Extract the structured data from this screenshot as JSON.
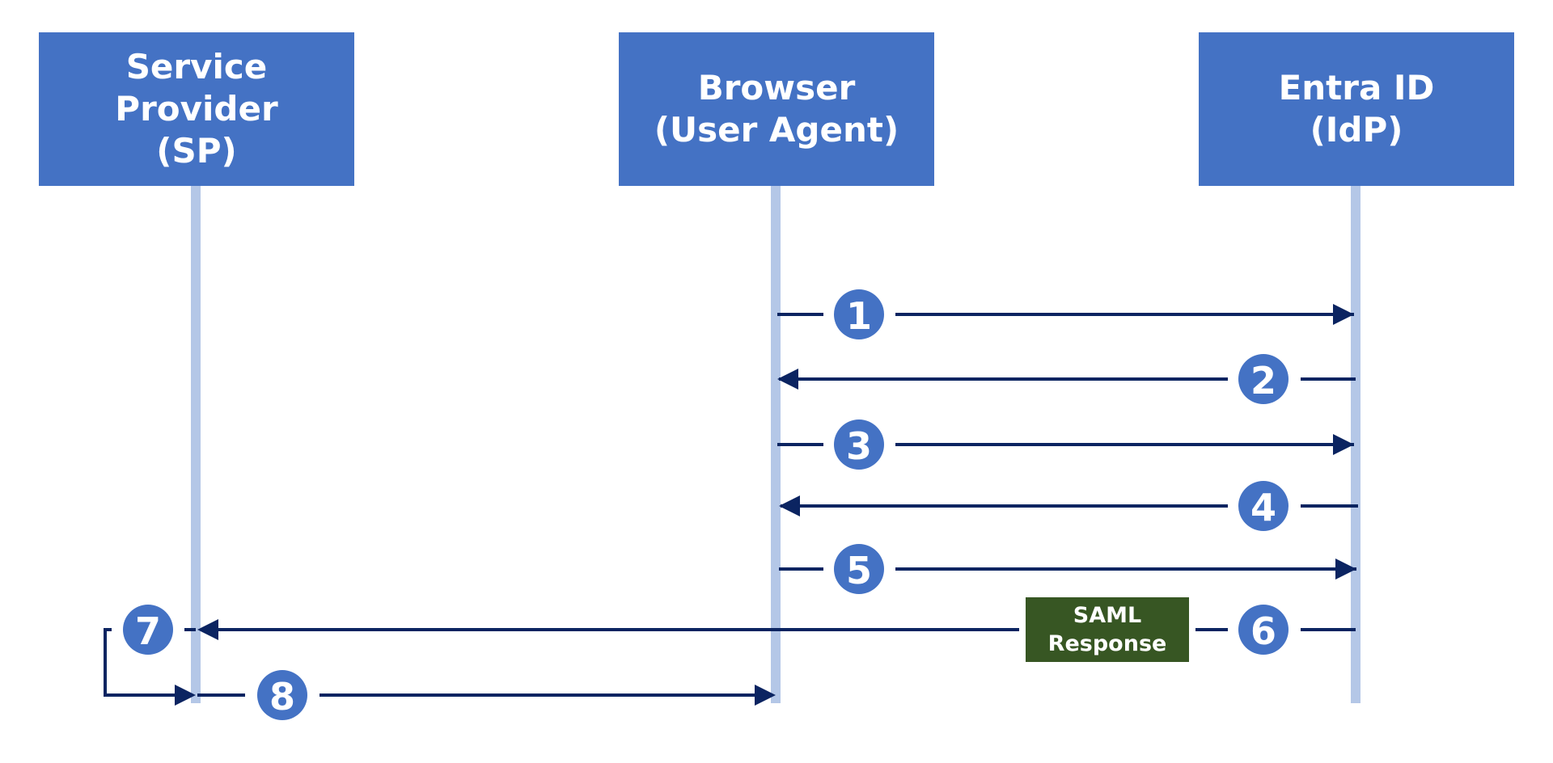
{
  "actors": [
    {
      "name": "service-provider",
      "line1": "Service Provider",
      "line2": "(SP)"
    },
    {
      "name": "browser",
      "line1": "Browser",
      "line2": "(User Agent)"
    },
    {
      "name": "entra-id",
      "line1": "Entra ID",
      "line2": "(IdP)"
    }
  ],
  "steps": [
    "1",
    "2",
    "3",
    "4",
    "5",
    "6",
    "7",
    "8"
  ],
  "saml_label": {
    "line1": "SAML",
    "line2": "Response"
  },
  "colors": {
    "actor_box": "#4472c4",
    "lifeline": "#b4c7e7",
    "arrow": "#0b2461",
    "badge": "#4472c4",
    "saml_box": "#375623"
  }
}
